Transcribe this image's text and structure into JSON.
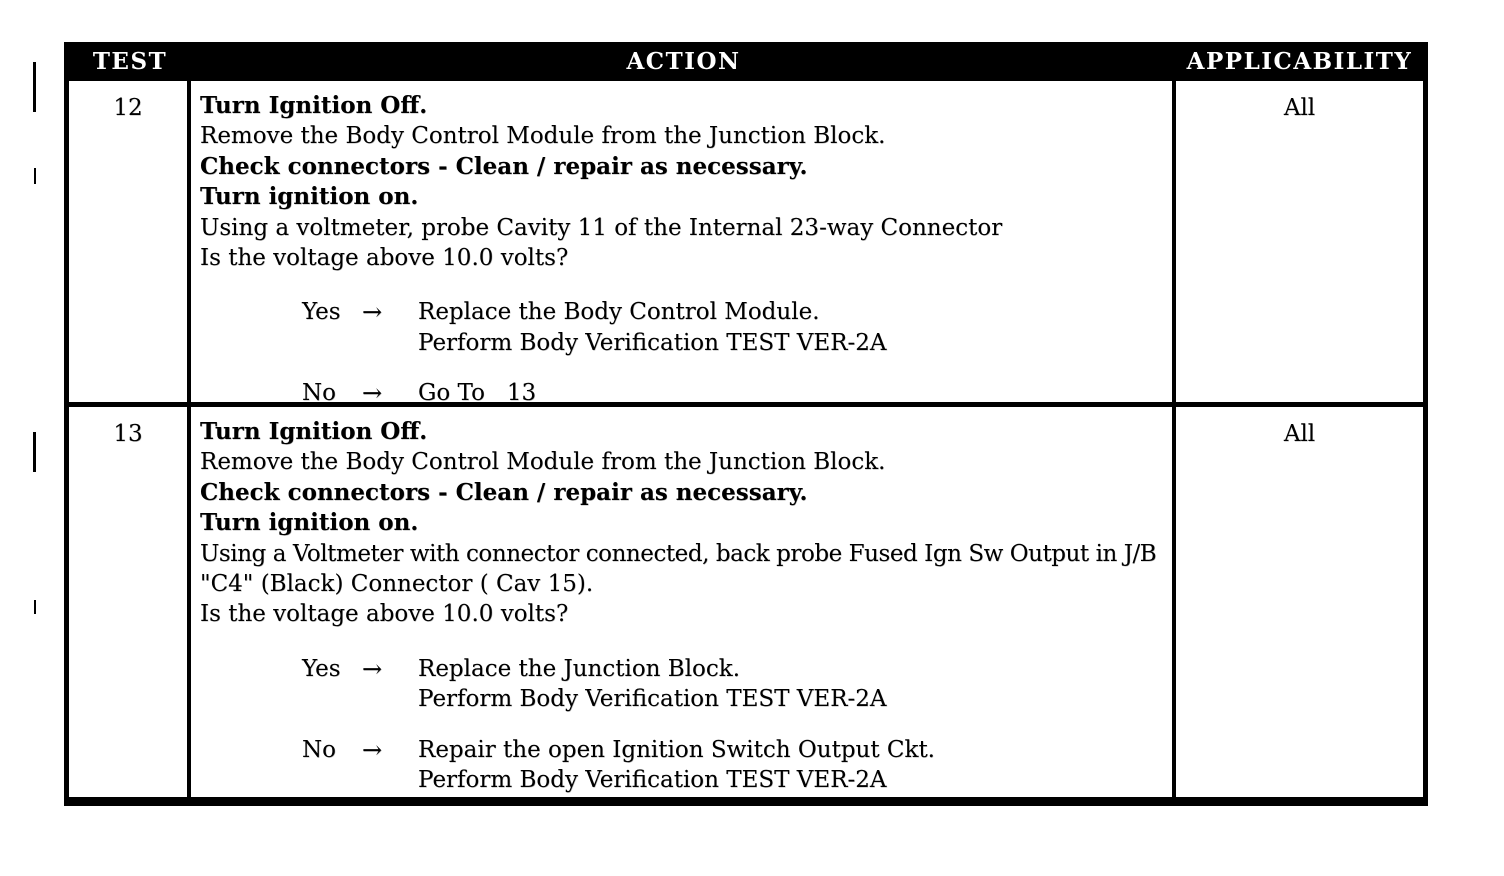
{
  "colors": {
    "page_bg": "#ffffff",
    "header_bg": "#000000",
    "header_text": "#ffffff",
    "body_text": "#000000"
  },
  "table": {
    "headers": {
      "test": "TEST",
      "action": "ACTION",
      "applicability": "APPLICABILITY"
    },
    "rows": [
      {
        "test": "12",
        "applicability": "All",
        "action_lines": [
          "Turn Ignition Off.",
          "Remove the Body Control Module from the Junction Block.",
          "Check connectors - Clean / repair as necessary.",
          "Turn ignition on.",
          "Using a voltmeter, probe Cavity 11 of the Internal 23-way Connector",
          "Is the voltage above 10.0 volts?"
        ],
        "branches": [
          {
            "label": "Yes",
            "arrow": "→",
            "lines": [
              "Replace the Body Control Module.",
              "Perform Body Verification TEST VER-2A"
            ]
          },
          {
            "label": "No",
            "arrow": "→",
            "lines": [
              "Go To   13"
            ]
          }
        ]
      },
      {
        "test": "13",
        "applicability": "All",
        "action_lines": [
          "Turn Ignition Off.",
          "Remove the Body Control Module from the Junction Block.",
          "Check connectors - Clean / repair as necessary.",
          "Turn ignition on.",
          "Using a Voltmeter with connector connected, back probe Fused Ign Sw Output in J/B",
          "\"C4\" (Black) Connector ( Cav 15).",
          "Is the voltage above 10.0 volts?"
        ],
        "branches": [
          {
            "label": "Yes",
            "arrow": "→",
            "lines": [
              "Replace the Junction Block.",
              "Perform Body Verification TEST VER-2A"
            ]
          },
          {
            "label": "No",
            "arrow": "→",
            "lines": [
              "Repair the open Ignition Switch Output Ckt.",
              "Perform Body Verification TEST VER-2A"
            ]
          }
        ]
      }
    ]
  }
}
